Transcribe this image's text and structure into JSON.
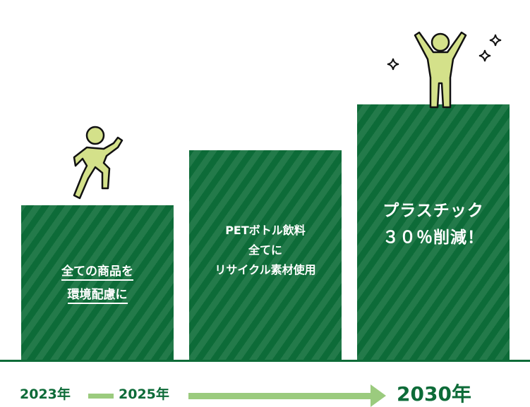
{
  "steps": [
    {
      "year": "2023年",
      "lines": [
        "全ての商品を",
        "環境配慮に"
      ],
      "underlined": true,
      "figure": "running-person-icon"
    },
    {
      "year": "2025年",
      "lines": [
        "PETボトル飲料",
        "全てに",
        "リサイクル素材使用"
      ],
      "underlined": false
    },
    {
      "year": "2030年",
      "lines": [
        "プラスチック",
        "３０％削減！"
      ],
      "underlined": false,
      "figure": "cheering-person-icon",
      "decorations": [
        "sparkle-icon",
        "sparkle-icon",
        "sparkle-icon"
      ]
    }
  ],
  "colors": {
    "bar_dark": "#0d6b38",
    "bar_stripe": "#237a4a",
    "arrow": "#9bcb7e",
    "figure_fill": "#d4e18a",
    "year_text": "#0d6b38"
  },
  "chart_data": {
    "type": "bar",
    "title": "",
    "categories": [
      "2023年",
      "2025年",
      "2030年"
    ],
    "values": [
      220,
      298,
      363
    ],
    "value_units": "relative bar height (px), step/staircase roadmap — no numeric axis",
    "labels": [
      "全ての商品を環境配慮に",
      "PETボトル飲料全てにリサイクル素材使用",
      "プラスチック30%削減！"
    ],
    "xlabel": "",
    "ylabel": "",
    "grid": false,
    "legend": null
  }
}
